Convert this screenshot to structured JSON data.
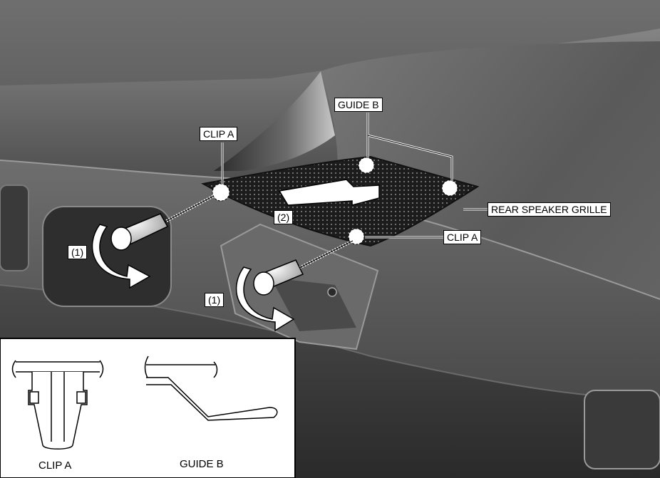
{
  "labels": {
    "guide_b": "GUIDE B",
    "clip_a_left": "CLIP A",
    "clip_a_right": "CLIP A",
    "rear_speaker_grille": "REAR SPEAKER GRILLE",
    "step_2": "(2)",
    "step_1_left": "(1)",
    "step_1_right": "(1)"
  },
  "inset": {
    "clip_a_caption": "CLIP A",
    "guide_b_caption": "GUIDE B"
  }
}
